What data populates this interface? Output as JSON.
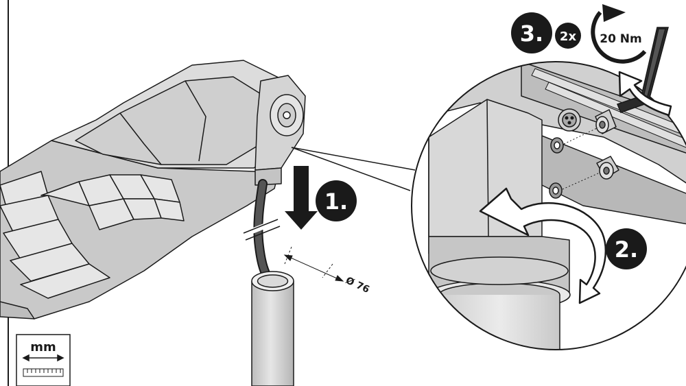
{
  "steps": [
    {
      "label": "1."
    },
    {
      "label": "2."
    },
    {
      "label": "3."
    }
  ],
  "repeat_badge": "2x",
  "torque_label": "20 Nm",
  "dimension_label": "Ø 76",
  "unit_label": "mm",
  "colors": {
    "line": "#1a1a1a",
    "fixture_light": "#d9d9d9",
    "fixture_mid": "#c4c4c4",
    "fixture_dark": "#a8a8a8",
    "badge": "#1a1a1a",
    "badge_text": "#ffffff"
  }
}
